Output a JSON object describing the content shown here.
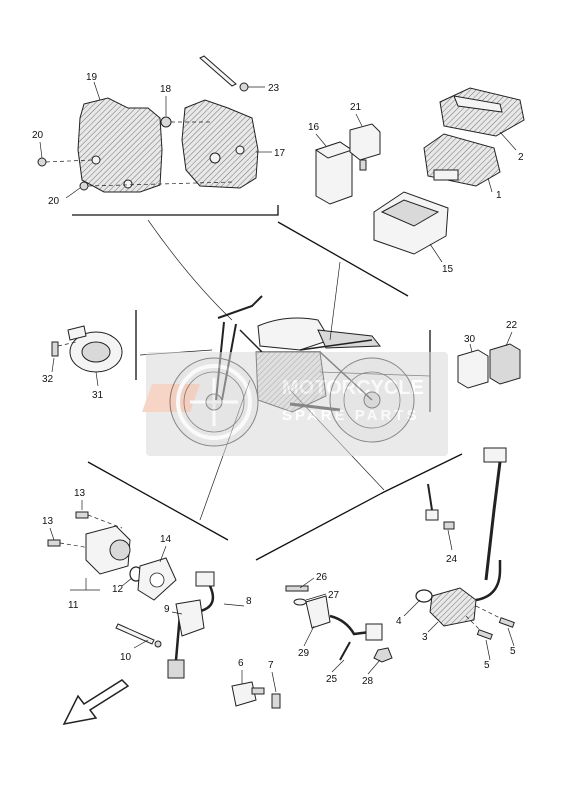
{
  "diagram": {
    "callouts": [
      {
        "id": "c1",
        "label": "1"
      },
      {
        "id": "c2",
        "label": "2"
      },
      {
        "id": "c3",
        "label": "3"
      },
      {
        "id": "c4",
        "label": "4"
      },
      {
        "id": "c5a",
        "label": "5"
      },
      {
        "id": "c5b",
        "label": "5"
      },
      {
        "id": "c6",
        "label": "6"
      },
      {
        "id": "c7",
        "label": "7"
      },
      {
        "id": "c8",
        "label": "8"
      },
      {
        "id": "c9",
        "label": "9"
      },
      {
        "id": "c10",
        "label": "10"
      },
      {
        "id": "c11",
        "label": "11"
      },
      {
        "id": "c12",
        "label": "12"
      },
      {
        "id": "c13a",
        "label": "13"
      },
      {
        "id": "c13b",
        "label": "13"
      },
      {
        "id": "c14",
        "label": "14"
      },
      {
        "id": "c15",
        "label": "15"
      },
      {
        "id": "c16",
        "label": "16"
      },
      {
        "id": "c17",
        "label": "17"
      },
      {
        "id": "c18",
        "label": "18"
      },
      {
        "id": "c19",
        "label": "19"
      },
      {
        "id": "c20a",
        "label": "20"
      },
      {
        "id": "c20b",
        "label": "20"
      },
      {
        "id": "c21",
        "label": "21"
      },
      {
        "id": "c22",
        "label": "22"
      },
      {
        "id": "c23",
        "label": "23"
      },
      {
        "id": "c24",
        "label": "24"
      },
      {
        "id": "c25",
        "label": "25"
      },
      {
        "id": "c26",
        "label": "26"
      },
      {
        "id": "c27",
        "label": "27"
      },
      {
        "id": "c28",
        "label": "28"
      },
      {
        "id": "c29",
        "label": "29"
      },
      {
        "id": "c30",
        "label": "30"
      },
      {
        "id": "c31",
        "label": "31"
      },
      {
        "id": "c32",
        "label": "32"
      }
    ],
    "watermark": {
      "line1": "MOTORCYCLE",
      "line2": "SPARE PARTS"
    },
    "colors": {
      "watermark_box": "#d9d9d9",
      "watermark_accent": "#f0b49a",
      "line": "#222222"
    },
    "front_arrow_icon": "front-direction-arrow-icon"
  }
}
